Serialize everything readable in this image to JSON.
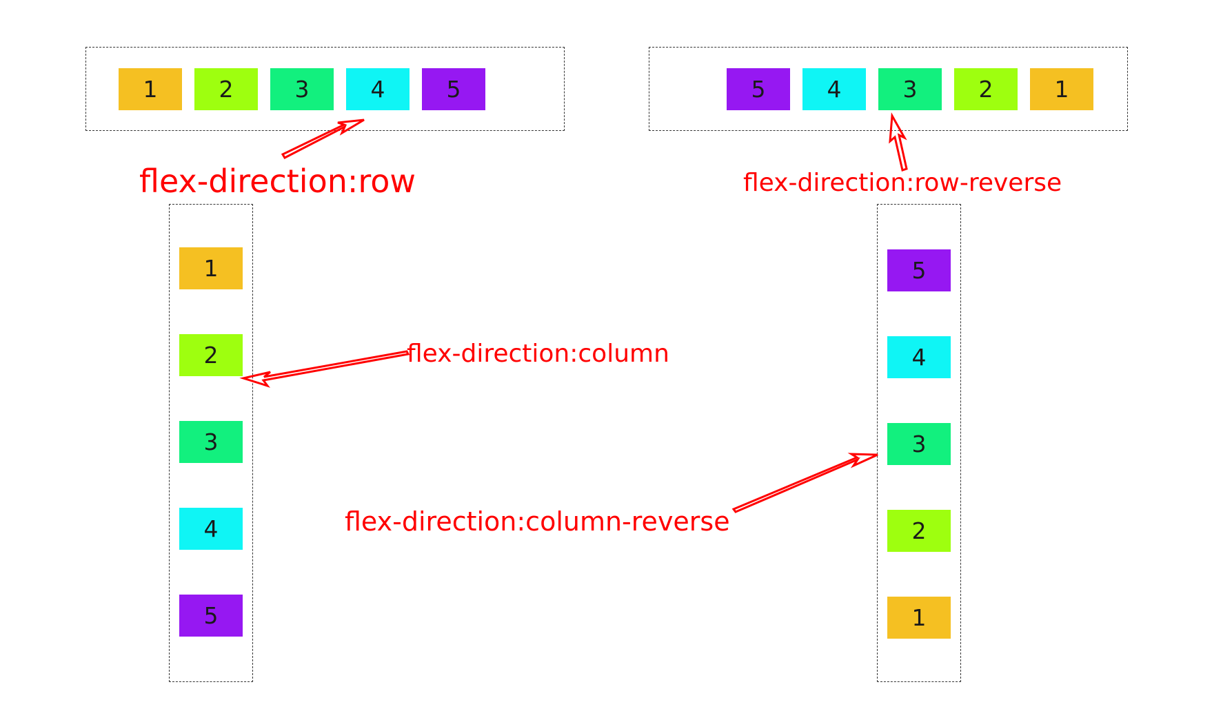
{
  "diagrams": [
    {
      "id": "row",
      "caption": "flex-direction:row",
      "items": [
        {
          "label": "1",
          "color": "#f5c022"
        },
        {
          "label": "2",
          "color": "#9eff0f"
        },
        {
          "label": "3",
          "color": "#12f07e"
        },
        {
          "label": "4",
          "color": "#0ff5f5"
        },
        {
          "label": "5",
          "color": "#9618f2"
        }
      ]
    },
    {
      "id": "row-reverse",
      "caption": "flex-direction:row-reverse",
      "items": [
        {
          "label": "1",
          "color": "#f5c022"
        },
        {
          "label": "2",
          "color": "#9eff0f"
        },
        {
          "label": "3",
          "color": "#12f07e"
        },
        {
          "label": "4",
          "color": "#0ff5f5"
        },
        {
          "label": "5",
          "color": "#9618f2"
        }
      ]
    },
    {
      "id": "column",
      "caption": "flex-direction:column",
      "items": [
        {
          "label": "1",
          "color": "#f5c022"
        },
        {
          "label": "2",
          "color": "#9eff0f"
        },
        {
          "label": "3",
          "color": "#12f07e"
        },
        {
          "label": "4",
          "color": "#0ff5f5"
        },
        {
          "label": "5",
          "color": "#9618f2"
        }
      ]
    },
    {
      "id": "column-reverse",
      "caption": "flex-direction:column-reverse",
      "items": [
        {
          "label": "1",
          "color": "#f5c022"
        },
        {
          "label": "2",
          "color": "#9eff0f"
        },
        {
          "label": "3",
          "color": "#12f07e"
        },
        {
          "label": "4",
          "color": "#0ff5f5"
        },
        {
          "label": "5",
          "color": "#9618f2"
        }
      ]
    }
  ],
  "colors": {
    "annotation": "#ff0000",
    "border": "#333333"
  }
}
